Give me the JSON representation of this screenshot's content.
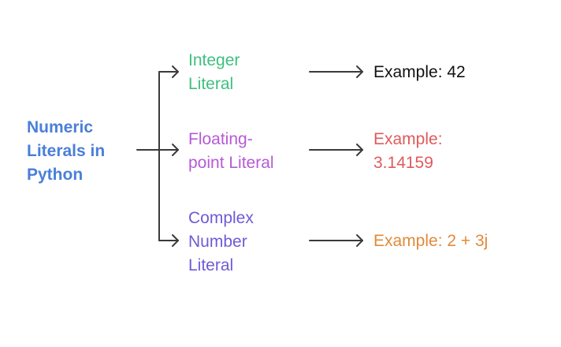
{
  "root": {
    "label": "Numeric\nLiterals in\nPython",
    "color": "#4a7fd9"
  },
  "branches": [
    {
      "label": "Integer\nLiteral",
      "color": "#3fbf7f",
      "example": "Example: 42",
      "example_color": "#111111"
    },
    {
      "label": "Floating-\npoint Literal",
      "color": "#b65ad6",
      "example": "Example:\n3.14159",
      "example_color": "#e05a5a"
    },
    {
      "label": "Complex\nNumber\nLiteral",
      "color": "#6f5bd6",
      "example": "Example: 2 + 3j",
      "example_color": "#e08a3a"
    }
  ],
  "connector_color": "#3a3a3a"
}
